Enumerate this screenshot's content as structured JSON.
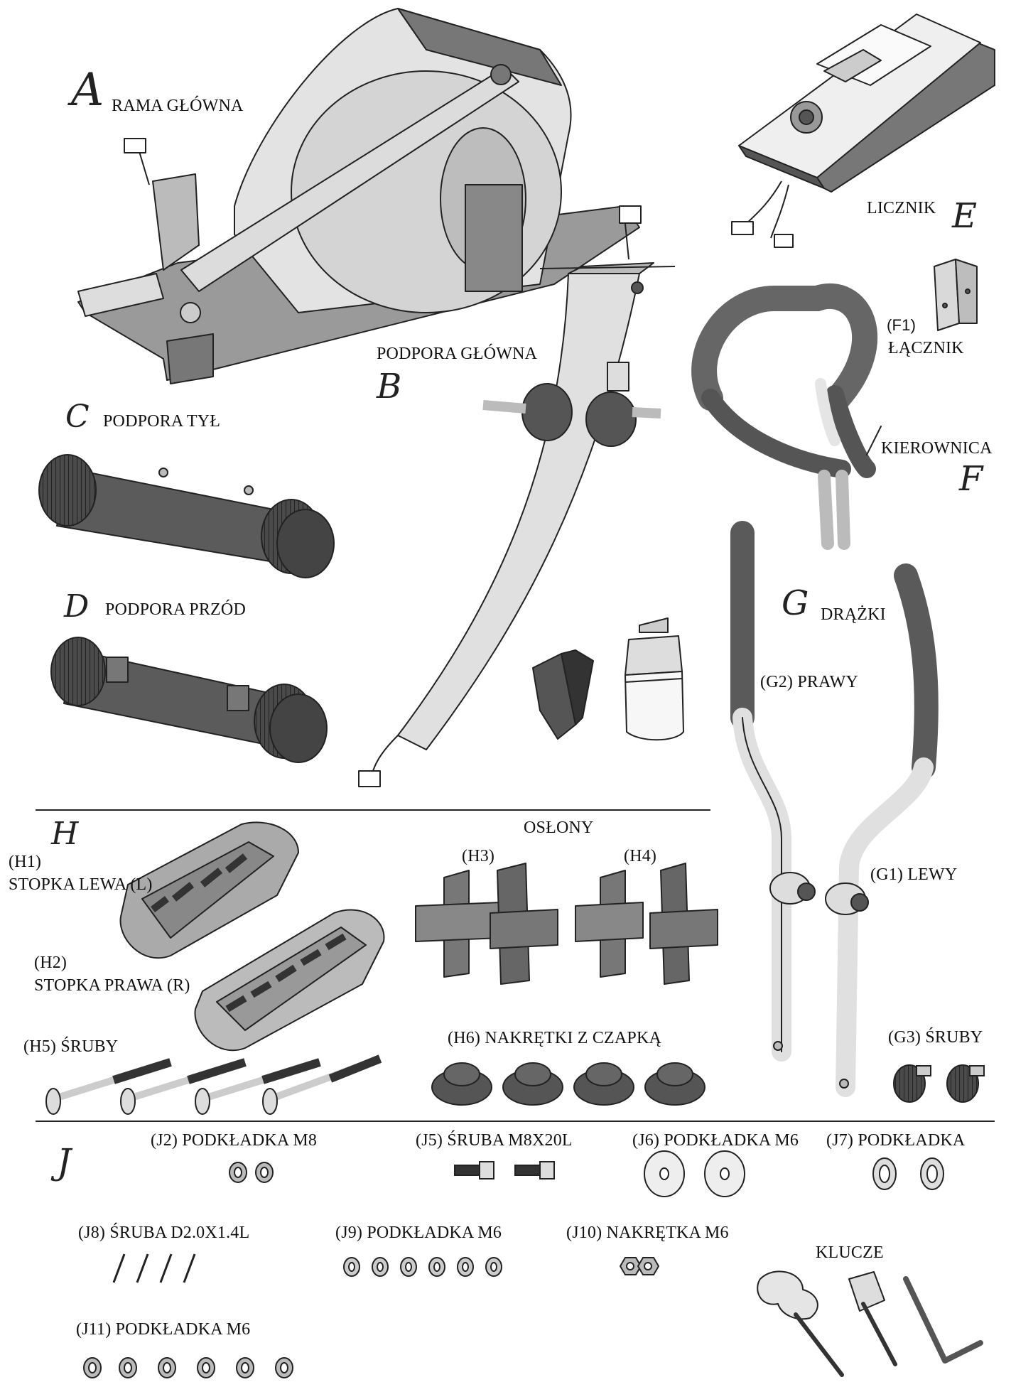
{
  "colors": {
    "line": "#222222",
    "light_fill": "#e6e6e6",
    "mid_fill": "#a8a8a8",
    "dark_fill": "#555555",
    "black_fill": "#333333"
  },
  "letters": {
    "A": "A",
    "B": "B",
    "C": "C",
    "D": "D",
    "E": "E",
    "F": "F",
    "G": "G",
    "H": "H",
    "J": "J"
  },
  "labels": {
    "rama_glowna": "RAMA GŁÓWNA",
    "podpora_glowna": "PODPORA GŁÓWNA",
    "podpora_tyl": "PODPORA TYŁ",
    "podpora_przod": "PODPORA PRZÓD",
    "licznik": "LICZNIK",
    "f1_code": "(F1)",
    "f1_name": "ŁĄCZNIK",
    "kierownica": "KIEROWNICA",
    "drazki": "DRĄŻKI",
    "g2": "(G2) PRAWY",
    "g1": "(G1) LEWY",
    "g3": "(G3) ŚRUBY",
    "oslony": "OSŁONY",
    "h1_code": "(H1)",
    "h1_name": "STOPKA LEWA (L)",
    "h2_code": "(H2)",
    "h2_name": "STOPKA PRAWA (R)",
    "h3": "(H3)",
    "h4": "(H4)",
    "h5": "(H5) ŚRUBY",
    "h6": "(H6) NAKRĘTKI Z CZAPKĄ",
    "j2": "(J2) PODKŁADKA M8",
    "j5": "(J5) ŚRUBA M8X20L",
    "j6": "(J6) PODKŁADKA M6",
    "j7": "(J7) PODKŁADKA",
    "j8": "(J8) ŚRUBA D2.0X1.4L",
    "j9": "(J9) PODKŁADKA M6",
    "j10": "(J10) NAKRĘTKA M6",
    "klucze": "KLUCZE",
    "j11": "(J11) PODKŁADKA M6"
  }
}
